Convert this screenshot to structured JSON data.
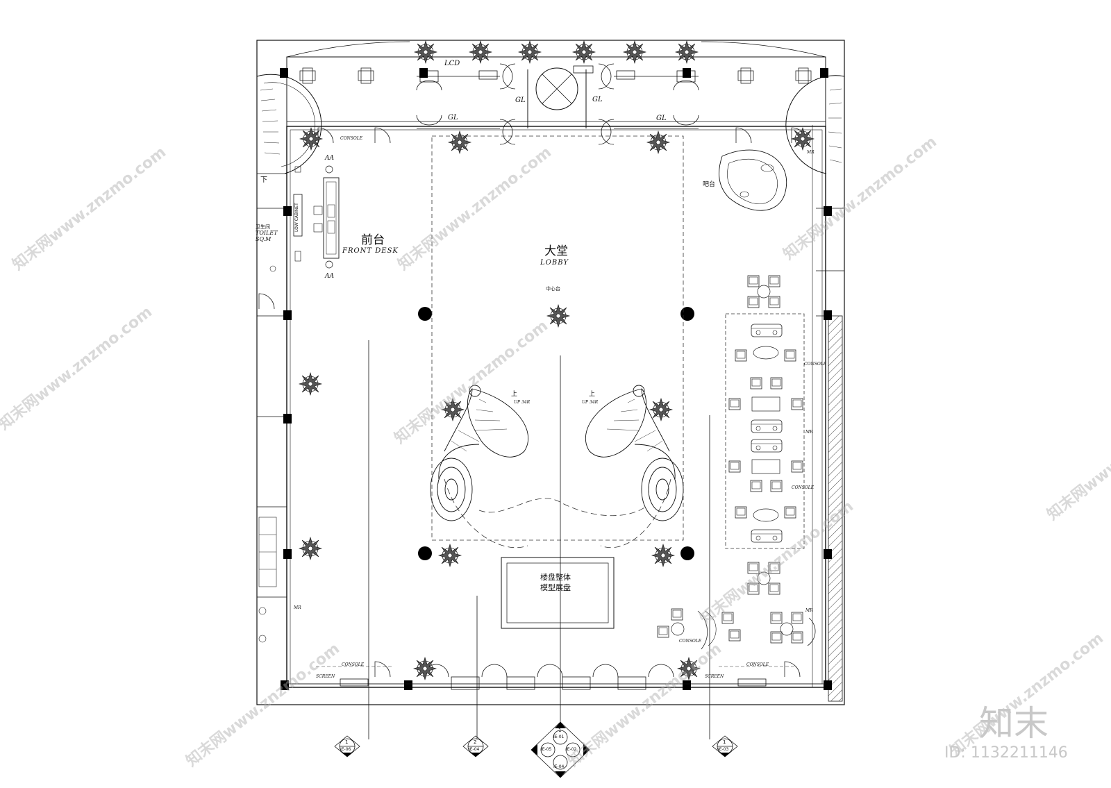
{
  "rooms": {
    "front_desk_cn": "前台",
    "front_desk_en": "FRONT DESK",
    "lobby_cn": "大堂",
    "lobby_en": "LOBBY",
    "center_table": "中心台",
    "bar_counter": "吧台",
    "model_display": [
      "楼盘整体",
      "模型展盘"
    ],
    "toilet_cn": "卫生间",
    "toilet_en": "TOILET",
    "toilet_area": "SQ.M"
  },
  "labels": {
    "lcd": "LCD",
    "gl": "GL",
    "aa": "AA",
    "low_cabinet": "LOW CABINET",
    "console": "CONSOLE",
    "screen": "SCREEN",
    "mr": "MR",
    "down": "下",
    "up": "上",
    "up_steps": "UP 34R"
  },
  "elevation_markers": [
    {
      "num": "1",
      "ref": "IE-06"
    },
    {
      "num": "2",
      "ref": "IE-04"
    },
    {
      "num": "1",
      "ref": "IE-03"
    }
  ],
  "compass_marker": {
    "refs": [
      "IE-01",
      "IE-02",
      "IE-04",
      "IE-05"
    ],
    "num": "1"
  },
  "watermark": {
    "text": "知末网www.znzmo.com",
    "brand": "知末",
    "id": "ID: 1132211146"
  }
}
